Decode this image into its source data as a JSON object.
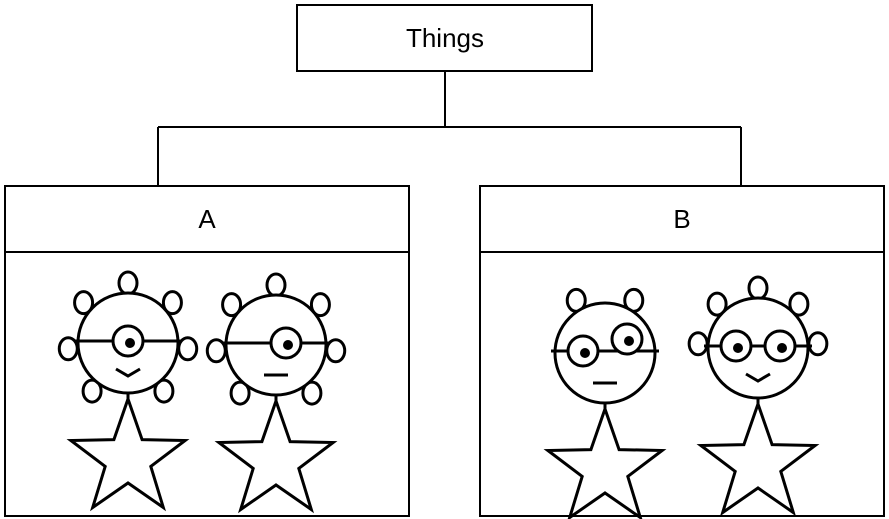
{
  "root": {
    "label": "Things"
  },
  "groups": [
    {
      "label": "A",
      "figures": [
        {
          "hair_curls": 7,
          "eyes": 1,
          "mouth": "smile"
        },
        {
          "hair_curls": 7,
          "eyes": 1,
          "mouth": "flat"
        }
      ]
    },
    {
      "label": "B",
      "figures": [
        {
          "hair_curls": 2,
          "eyes": 2,
          "mouth": "flat"
        },
        {
          "hair_curls": 5,
          "eyes": 2,
          "mouth": "smile"
        }
      ]
    }
  ]
}
